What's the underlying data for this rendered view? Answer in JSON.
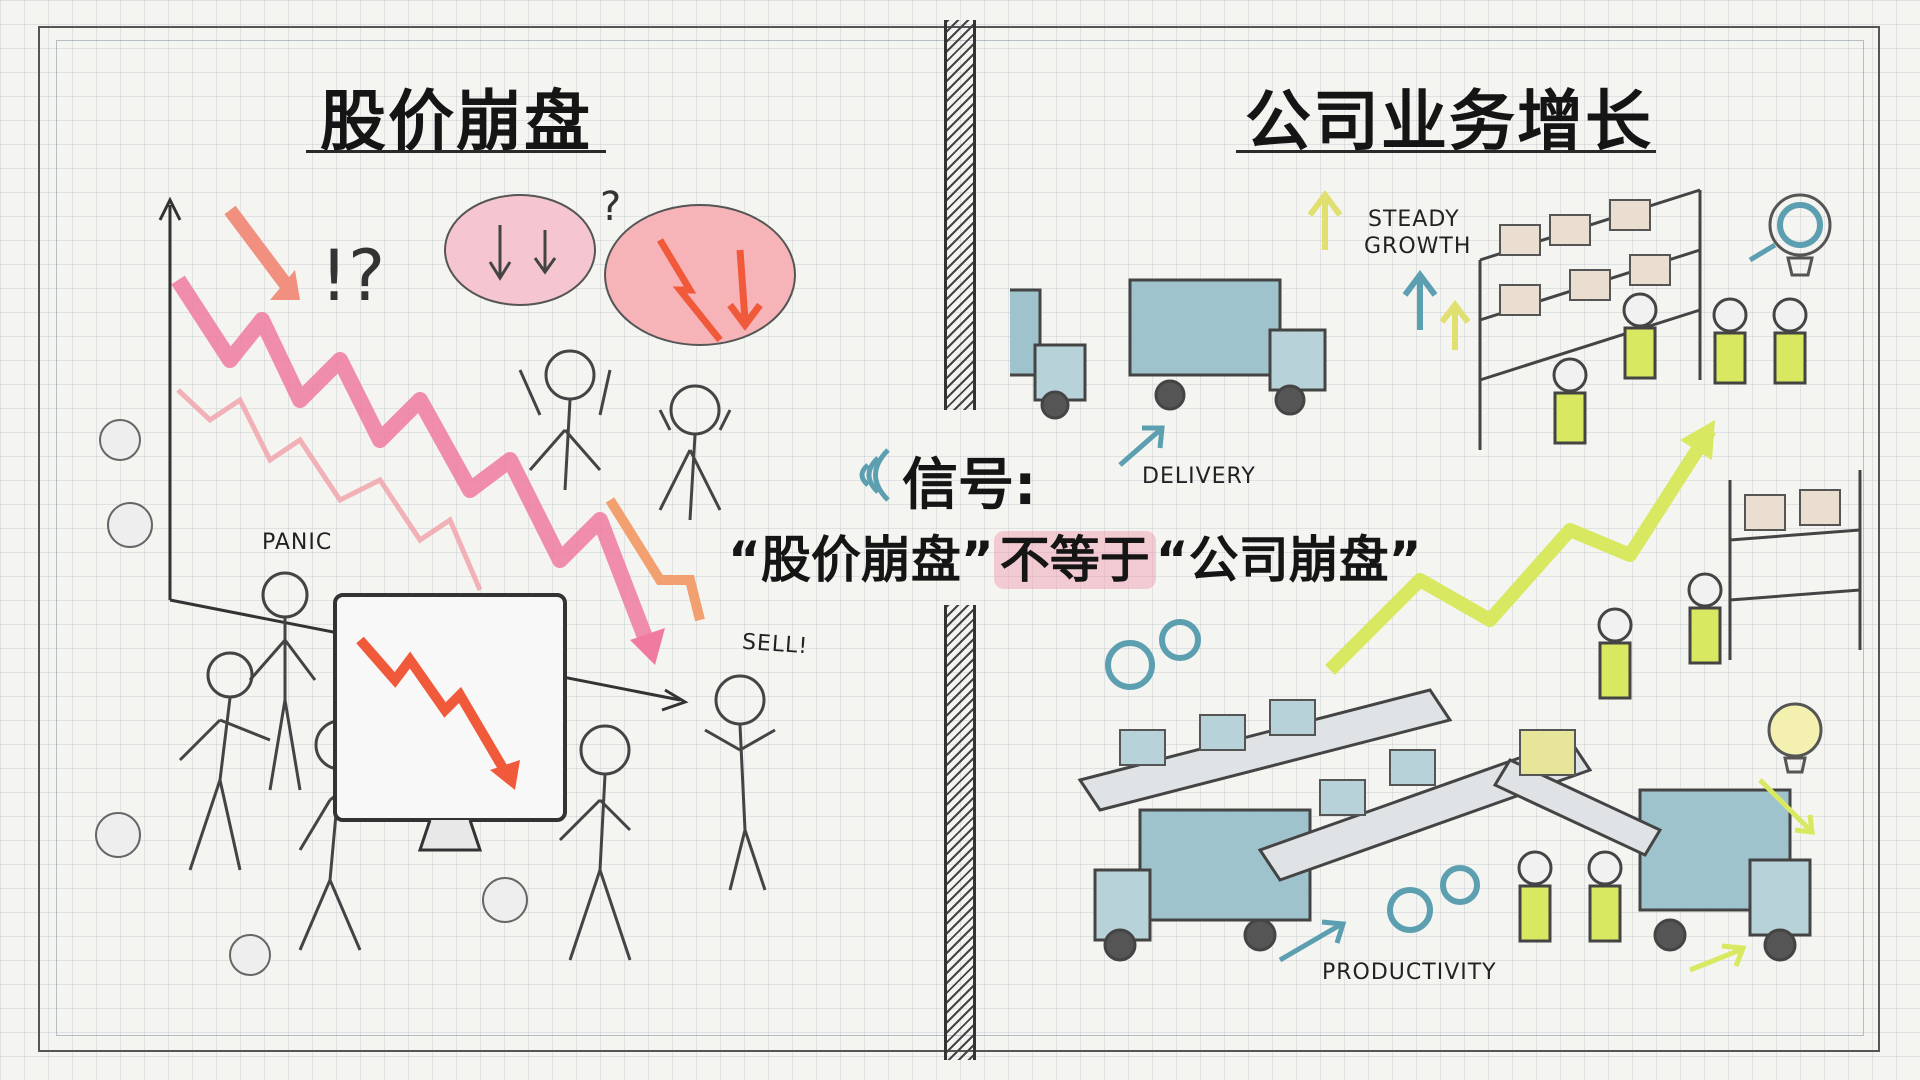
{
  "left_panel": {
    "title": "股价崩盘",
    "labels": {
      "panic": "PANIC",
      "sell": "SELL!"
    }
  },
  "right_panel": {
    "title": "公司业务增长",
    "labels": {
      "steady_line1": "STEADY",
      "steady_line2": "GROWTH",
      "delivery": "DELIVERY",
      "productivity": "PRODUCTIVITY"
    }
  },
  "center": {
    "signal": "信号:",
    "message_prefix": "“股价崩盘”",
    "message_highlight": "不等于",
    "message_suffix": "“公司崩盘”"
  },
  "colors": {
    "pink": "#f07aa0",
    "red_orange": "#f05a3a",
    "lime": "#d8e860",
    "teal": "#7fb8c0",
    "blue_gray": "#9fc3cc"
  }
}
